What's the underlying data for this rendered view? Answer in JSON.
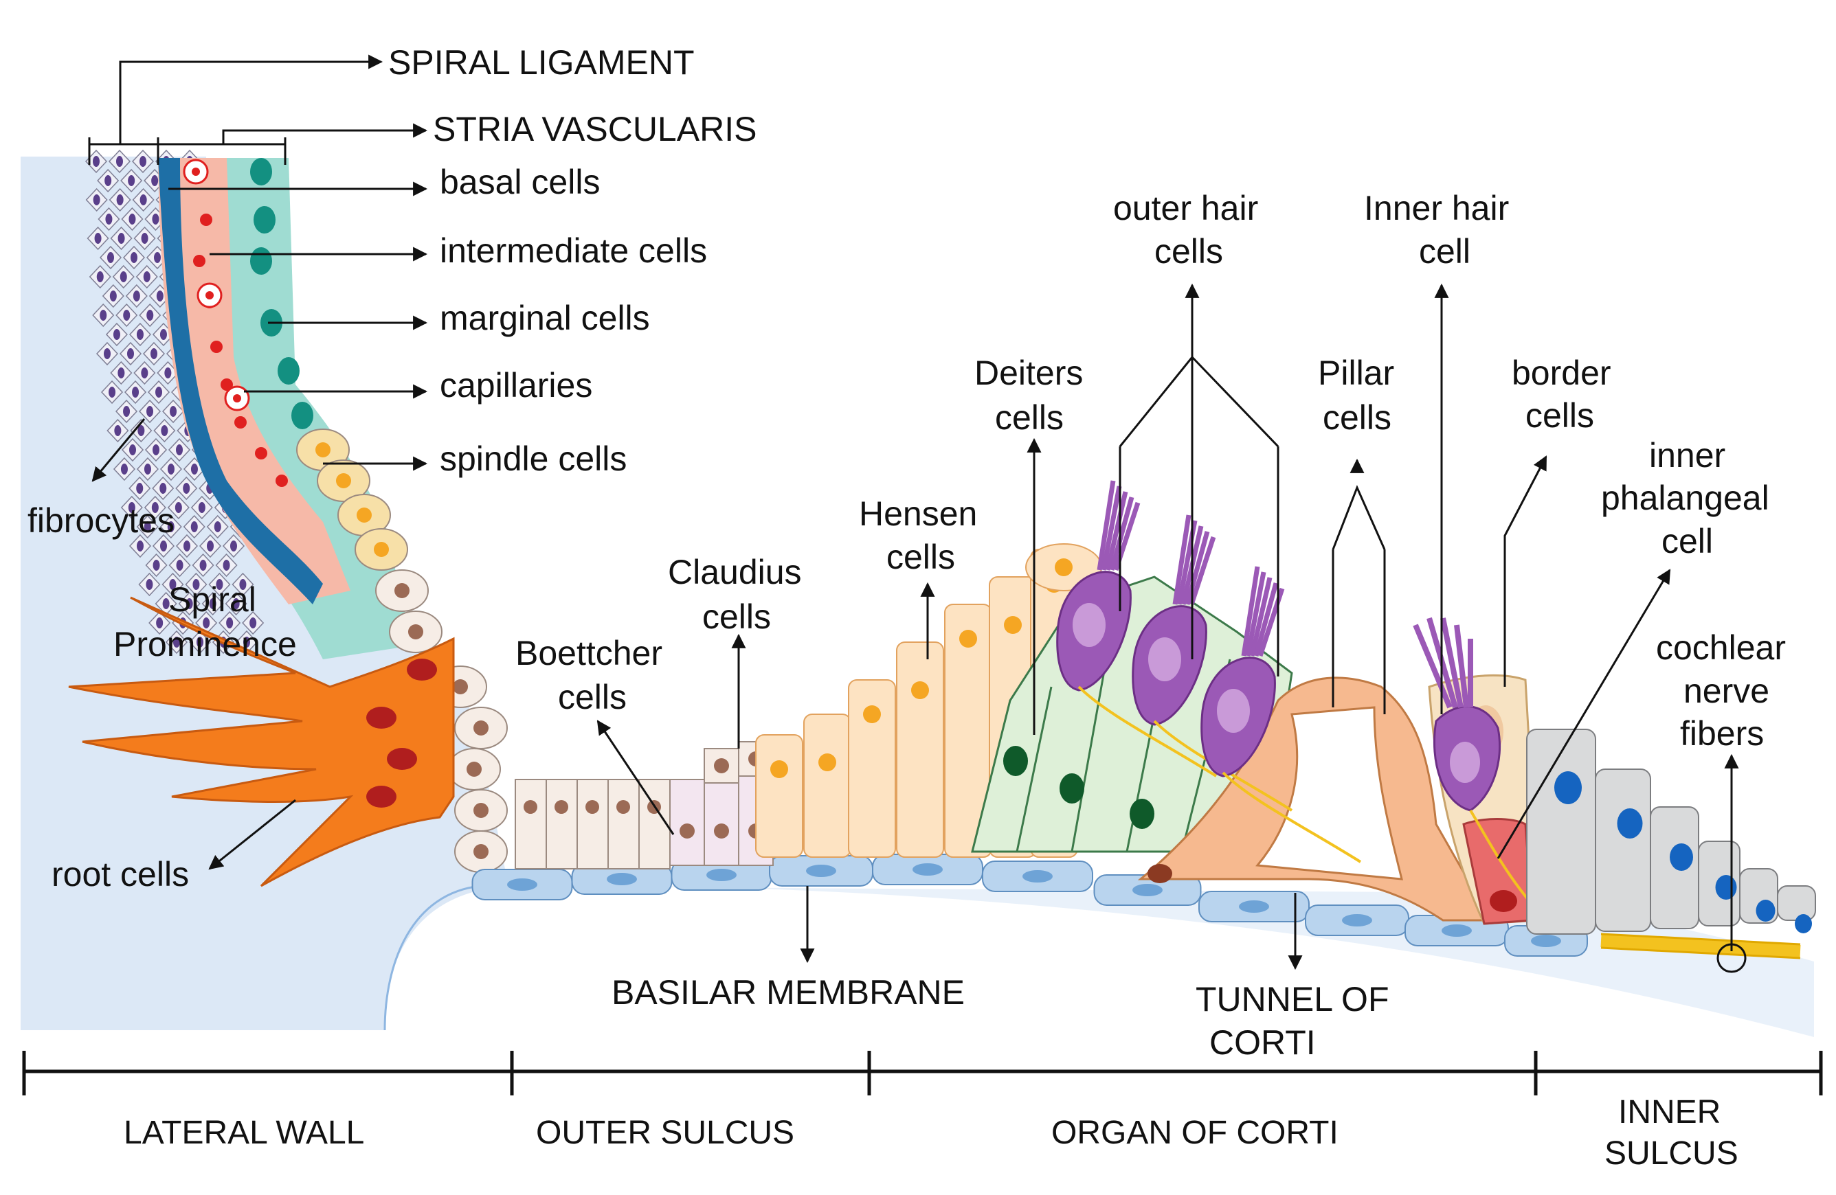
{
  "labels": {
    "spiral_ligament": "SPIRAL LIGAMENT",
    "stria_vascularis": "STRIA VASCULARIS",
    "basal_cells": "basal cells",
    "intermediate_cells": "intermediate cells",
    "marginal_cells": "marginal cells",
    "capillaries": "capillaries",
    "spindle_cells": "spindle cells",
    "fibrocytes": "fibrocytes",
    "spiral_prominence": [
      "Spiral",
      "Prominence"
    ],
    "root_cells": "root cells",
    "boettcher_cells": [
      "Boettcher",
      "cells"
    ],
    "claudius_cells": [
      "Claudius",
      "cells"
    ],
    "hensen_cells": [
      "Hensen",
      "cells"
    ],
    "deiters_cells": [
      "Deiters",
      "cells"
    ],
    "outer_hair_cells": [
      "outer hair",
      "cells"
    ],
    "pillar_cells": [
      "Pillar",
      "cells"
    ],
    "inner_hair_cell": [
      "Inner hair",
      "cell"
    ],
    "border_cells": [
      "border",
      "cells"
    ],
    "inner_phalangeal_cell": [
      "inner",
      "phalangeal",
      "cell"
    ],
    "cochlear_nerve_fibers": [
      "cochlear",
      "nerve",
      "fibers"
    ],
    "basilar_membrane": "BASILAR MEMBRANE",
    "tunnel_of_corti": [
      "TUNNEL OF",
      "CORTI"
    ]
  },
  "regions": {
    "lateral_wall": "LATERAL WALL",
    "outer_sulcus": "OUTER SULCUS",
    "organ_of_corti": "ORGAN OF CORTI",
    "inner_sulcus": [
      "INNER",
      "SULCUS"
    ]
  },
  "colors": {
    "tissue_bg": "#dce8f6",
    "basilar": "#b9d4ee",
    "basilar_nucleus": "#6ea3d6",
    "fibrocyte_nucleus": "#5a3f8a",
    "basal_blue": "#1e6fa6",
    "intermediate": "#f6b9a8",
    "intermediate_nucleus": "#e0201f",
    "marginal": "#9fdcd2",
    "marginal_nucleus": "#139081",
    "spindle": "#f7e0a8",
    "root_cell": "#f47c1c",
    "root_nucleus": "#b01e1e",
    "prominence_cell": "#f6ede6",
    "prominence_nucleus": "#9b6a55",
    "boettcher": "#f3e6f0",
    "claudius": "#f6ece5",
    "hensen": "#fde3c2",
    "hensen_nucleus": "#f5a623",
    "deiters": "#def0d8",
    "deiters_nucleus": "#0f5a2a",
    "outer_hair": "#9b59b6",
    "pillar": "#f6b98f",
    "inner_phalangeal": "#e86b6b",
    "border": "#f7e3c3",
    "sulcus_cell": "#d9dadb",
    "sulcus_nucleus": "#1564c0",
    "nerve": "#f3c21f"
  }
}
